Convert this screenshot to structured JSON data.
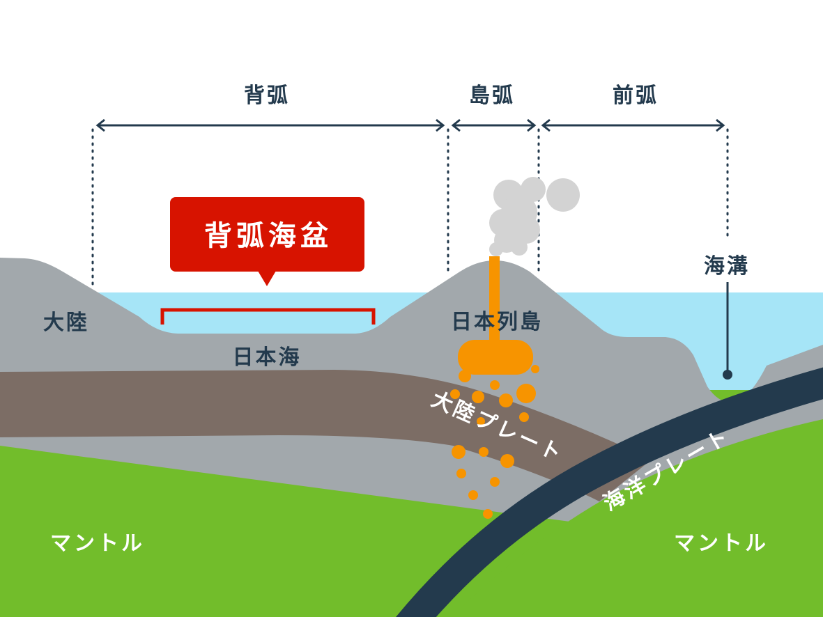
{
  "regions": {
    "back_arc": "背弧",
    "island_arc": "島弧",
    "fore_arc": "前弧"
  },
  "callout": "背弧海盆",
  "labels": {
    "continent": "大陸",
    "sea_of_japan": "日本海",
    "japanese_islands": "日本列島",
    "trench": "海溝",
    "continental_plate": "大陸プレート",
    "oceanic_plate": "海洋プレート",
    "mantle_left": "マントル",
    "mantle_right": "マントル"
  },
  "colors": {
    "sea": "#a6e5f7",
    "land": "#a2a8ac",
    "continental_plate": "#7c6d65",
    "mantle": "#72bd2b",
    "oceanic_plate": "#233a4d",
    "magma": "#f79400",
    "callout": "#d71300",
    "smoke": "#d3d3d3",
    "text": "#233a4d"
  }
}
